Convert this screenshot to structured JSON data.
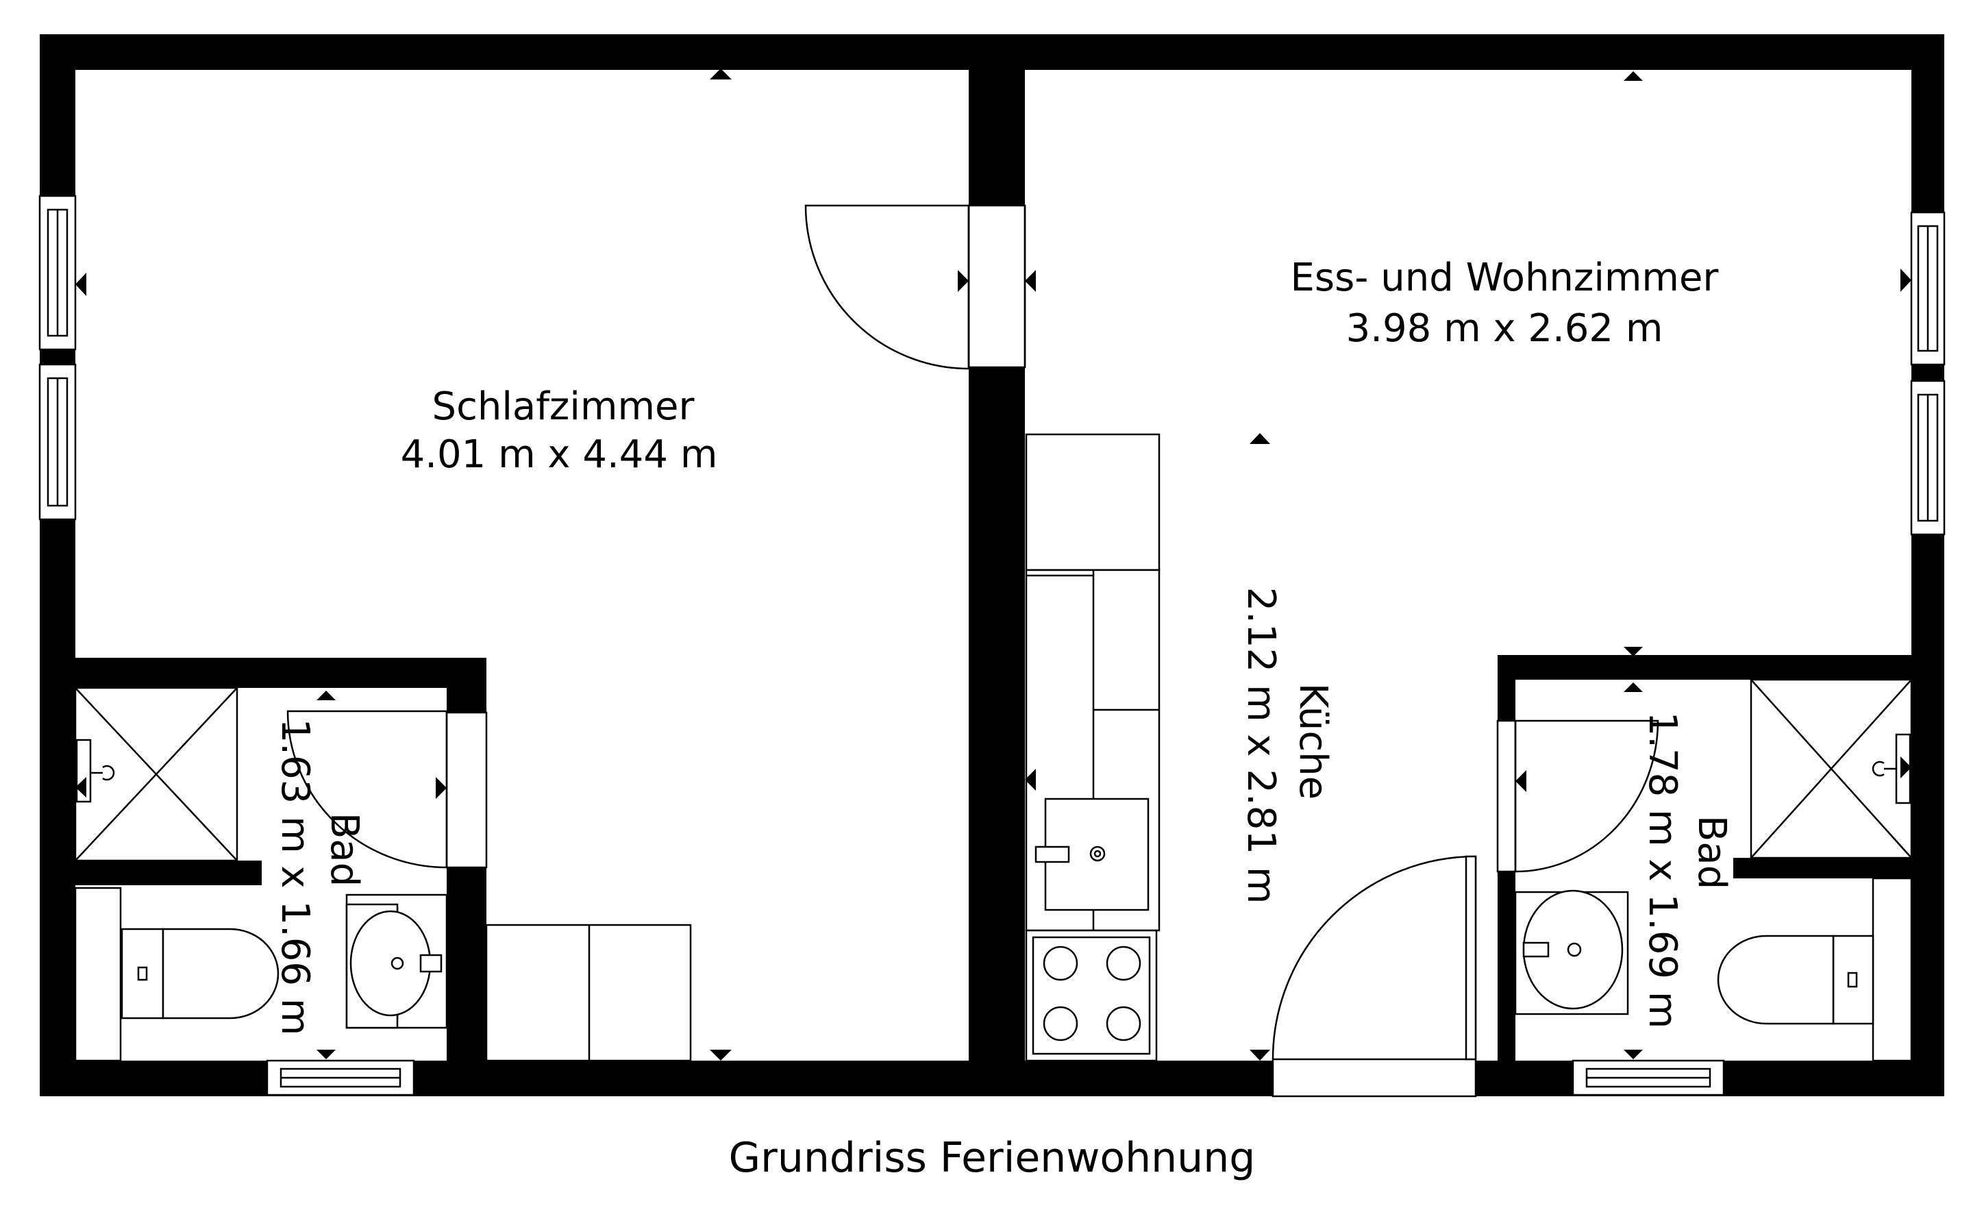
{
  "title": "Grundriss Ferienwohnung",
  "rooms": {
    "schlafzimmer": {
      "name": "Schlafzimmer",
      "size": "4.01 m x 4.44 m"
    },
    "wohnzimmer": {
      "name": "Ess- und Wohnzimmer",
      "size": "3.98 m x 2.62 m"
    },
    "kueche": {
      "name": "Küche",
      "size": "2.12 m x 2.81 m"
    },
    "bad_left": {
      "name": "Bad",
      "size": "1.63 m x 1.66 m"
    },
    "bad_right": {
      "name": "Bad",
      "size": "1.78 m x 1.69 m"
    }
  },
  "colors": {
    "wall": "#000000",
    "background": "#ffffff",
    "window_fill": "#ffffff"
  },
  "icons": [
    "window-icon",
    "door-swing-icon",
    "toilet-icon",
    "sink-icon",
    "shower-icon",
    "stove-icon",
    "dimension-arrow-icon"
  ]
}
